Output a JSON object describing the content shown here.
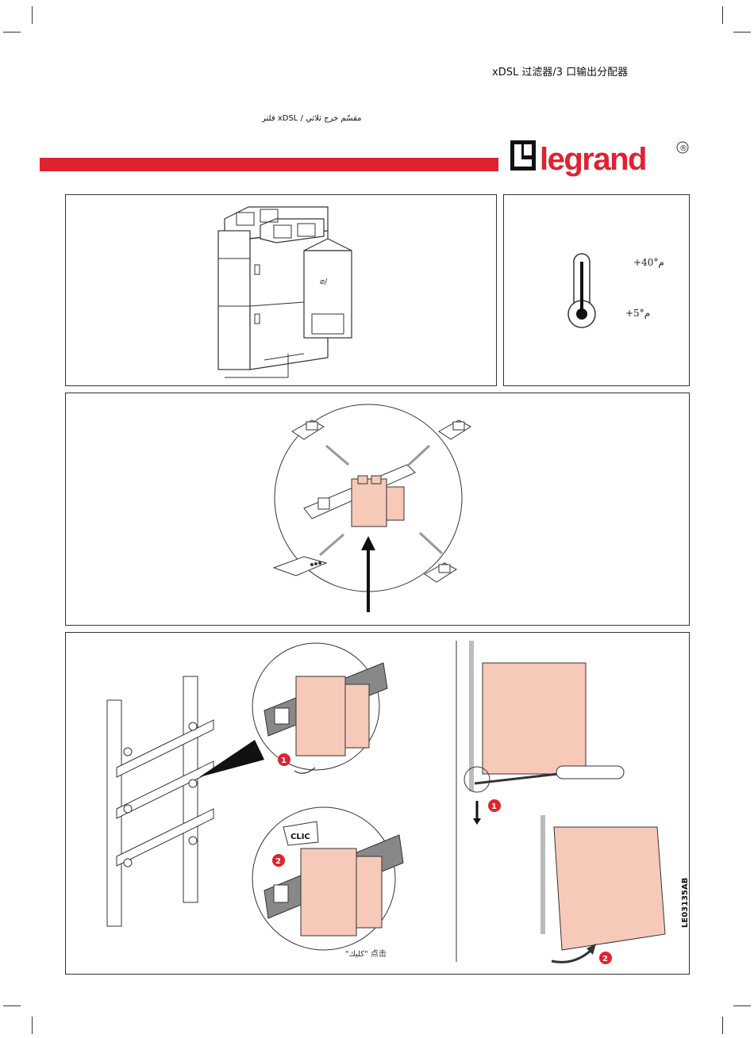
{
  "header": {
    "title_cn": "xDSL 过滤器/3 口输出分配器",
    "title_ar": "فلتر xDSL / مقسّم خرج ثلاثي",
    "brand": "legrand",
    "registered_mark": "®"
  },
  "colors": {
    "brand_red": "#e02230",
    "module_fill": "#f6c9b9",
    "line": "#333333"
  },
  "icons": {
    "thermometer": "thermometer-icon",
    "phone": "telephone-icon",
    "router": "modem-icon",
    "screwdriver": "screwdriver-icon"
  },
  "temperature": {
    "max_label": "+40°م",
    "min_label": "+5°م"
  },
  "mounting": {
    "clic_label": "CLIC",
    "caption": "\"كليك\"  点击",
    "step1": "1",
    "step2": "2"
  },
  "footer": {
    "reference": "LE03135AB"
  }
}
